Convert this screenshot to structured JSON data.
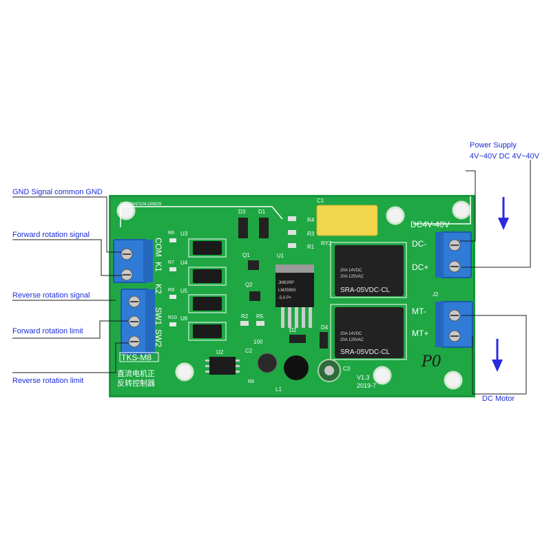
{
  "labels": {
    "power_supply": "Power Supply",
    "power_range": "4V~40V DC 4V~40V",
    "gnd_signal": "GND Signal common GND",
    "forward_signal": "Forward rotation signal",
    "reverse_signal": "Reverse rotation signal",
    "forward_limit": "Forward rotation limit",
    "reverse_limit": "Reverse rotation limit",
    "dc_motor": "DC Motor"
  },
  "board": {
    "model": "TKS-M8",
    "chinese_line1": "直流电机正",
    "chinese_line2": "反转控制器",
    "version": "V1.3",
    "date": "2019-7",
    "serial": "220039AP104-190829",
    "power_rating": "DC4V-40V",
    "dc_minus": "DC-",
    "dc_plus": "DC+",
    "mt_minus": "MT-",
    "mt_plus": "MT+",
    "com": "COM",
    "k1": "K1",
    "k2": "K2",
    "sw1": "SW1",
    "sw2": "SW2",
    "handwritten": "P0",
    "regulator": [
      "JM81RP",
      "LM2596S",
      "-5.0 P+"
    ],
    "relay_top": {
      "rating1": "20A 14VDC",
      "rating2": "20A 125VAC",
      "model": "SRA-05VDC-CL"
    },
    "relay_bottom": {
      "rating1": "20A 14VDC",
      "rating2": "20A 125VAC",
      "model": "SRA-05VDC-CL"
    },
    "refs": {
      "u1": "U1",
      "u2": "U2",
      "u3": "U3",
      "u4": "U4",
      "u5": "U5",
      "u6": "U6",
      "r1": "R1",
      "r2": "R2",
      "r3": "R3",
      "r4": "R4",
      "r5": "R5",
      "r6": "R6",
      "r7": "R7",
      "r8": "R8",
      "r9": "R9",
      "r10": "R10",
      "d1": "D1",
      "d2": "D2",
      "d3": "D3",
      "d4": "D4",
      "q1": "Q1",
      "q2": "Q2",
      "c1": "C1",
      "c2": "C2",
      "c3": "C3",
      "l1": "L1",
      "ry2": "RY2",
      "j2": "J2",
      "inductor_val": "100"
    }
  },
  "colors": {
    "pcb": "#1fa744",
    "terminal": "#2f7bd6",
    "leader": "#1a1a1a",
    "arrow": "#2a2ae0",
    "label": "#1a2bd6"
  }
}
